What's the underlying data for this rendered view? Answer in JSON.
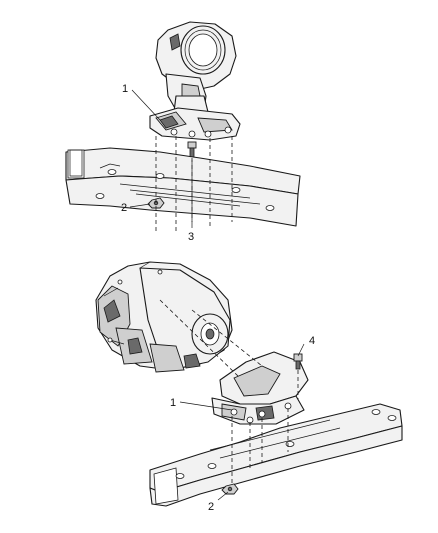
{
  "callouts": {
    "top_1": "1",
    "top_2": "2",
    "top_3": "3",
    "bottom_4": "4",
    "bottom_1": "1",
    "bottom_2": "2"
  },
  "icons": [
    "transmission-housing",
    "transmission-mount",
    "crossmember",
    "mounting-bolt",
    "mounting-nut"
  ]
}
